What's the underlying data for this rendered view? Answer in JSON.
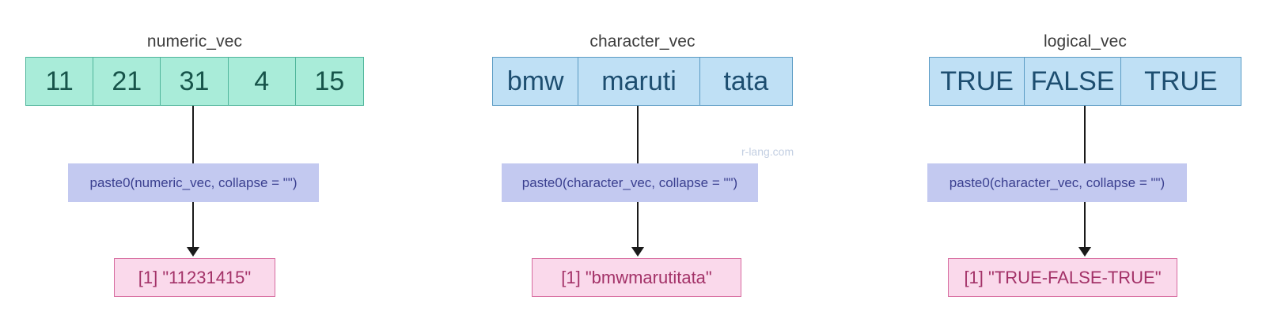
{
  "watermark": "r-lang.com",
  "columns": [
    {
      "title": "numeric_vec",
      "vector_kind": "numeric",
      "cells": [
        "11",
        "21",
        "31",
        "4",
        "15"
      ],
      "function_call": "paste0(numeric_vec, collapse = \"\")",
      "output": "[1] \"11231415\"",
      "colors": {
        "cell_fill": "#a9ecd9",
        "cell_border": "#4fb59b",
        "cell_text": "#17544a",
        "fn_fill": "#c3c9f0",
        "fn_text": "#3a3f8f",
        "out_fill": "#fad9eb",
        "out_border": "#d76b9f",
        "out_text": "#a33268"
      }
    },
    {
      "title": "character_vec",
      "vector_kind": "character",
      "cells": [
        "bmw",
        "maruti",
        "tata"
      ],
      "function_call": "paste0(character_vec, collapse = \"\")",
      "output": "[1] \"bmwmarutitata\"",
      "colors": {
        "cell_fill": "#bfe0f5",
        "cell_border": "#5a9bc4",
        "cell_text": "#1d4e70",
        "fn_fill": "#c3c9f0",
        "fn_text": "#3a3f8f",
        "out_fill": "#fad9eb",
        "out_border": "#d76b9f",
        "out_text": "#a33268"
      }
    },
    {
      "title": "logical_vec",
      "vector_kind": "logical",
      "cells": [
        "TRUE",
        "FALSE",
        "TRUE"
      ],
      "function_call": "paste0(character_vec, collapse = \"\")",
      "output": "[1] \"TRUE-FALSE-TRUE\"",
      "colors": {
        "cell_fill": "#bfe0f5",
        "cell_border": "#5a9bc4",
        "cell_text": "#1d4e70",
        "fn_fill": "#c3c9f0",
        "fn_text": "#3a3f8f",
        "out_fill": "#fad9eb",
        "out_border": "#d76b9f",
        "out_text": "#a33268"
      }
    }
  ]
}
